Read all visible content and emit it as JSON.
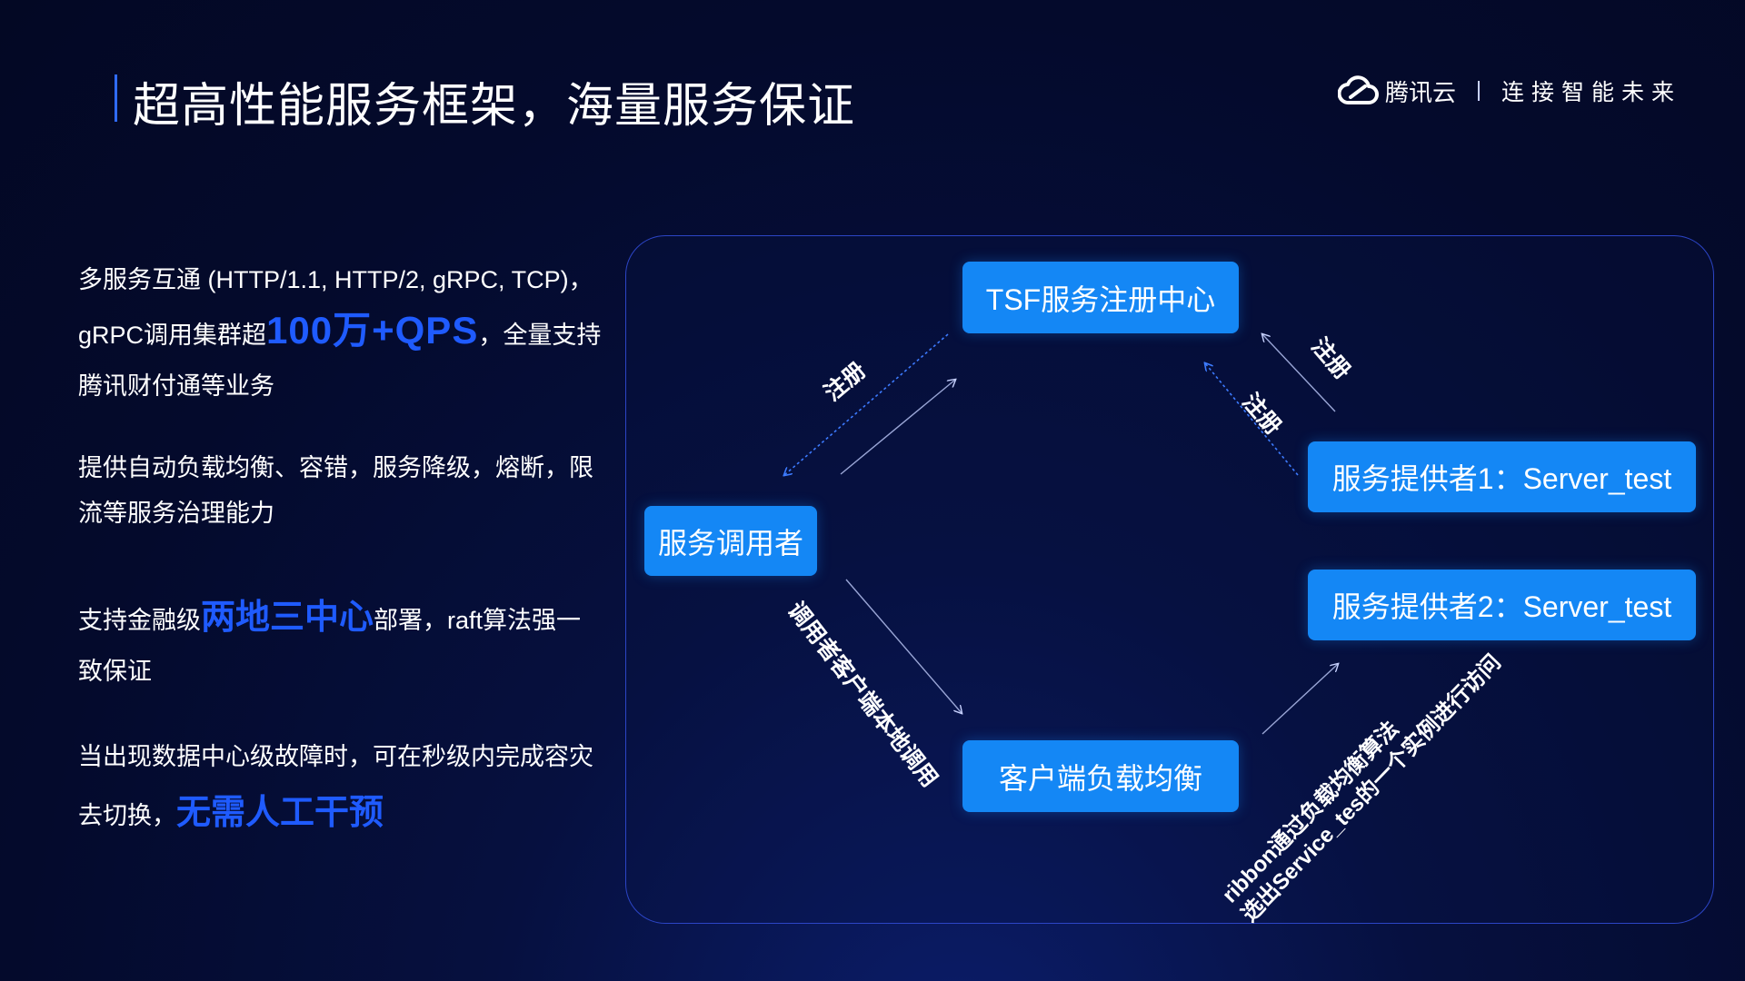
{
  "header": {
    "title": "超高性能服务框架，海量服务保证",
    "brand_name": "腾讯云",
    "brand_slogan": "连接智能未来"
  },
  "left_text": {
    "p1_l1": "多服务互通 (HTTP/1.1, HTTP/2, gRPC, TCP)，",
    "p1_l2_a": "gRPC调用集群超",
    "p1_l2_hl": "100万+QPS",
    "p1_l2_b": "，全量支持",
    "p1_l3": "腾讯财付通等业务",
    "p2_l1": "提供自动负载均衡、容错，服务降级，熔断，限",
    "p2_l2": "流等服务治理能力",
    "p3_l1_a": "支持金融级",
    "p3_l1_hl": "两地三中心",
    "p3_l1_b": "部署，raft算法强一",
    "p3_l2": "致保证",
    "p4_l1": "当出现数据中心级故障时，可在秒级内完成容灾",
    "p4_l2_a": "去切换，",
    "p4_l2_hl": "无需人工干预"
  },
  "diagram": {
    "registry": "TSF服务注册中心",
    "consumer": "服务调用者",
    "provider1": "服务提供者1：Server_test",
    "provider2": "服务提供者2：Server_test",
    "load_balancer": "客户端负载均衡",
    "label_register_consumer": "注册",
    "label_register_p1_a": "注册",
    "label_register_p1_b": "注册",
    "label_local_call": "调用者客户端本地调用",
    "label_ribbon_l1": "ribbon通过负载均衡算法",
    "label_ribbon_l2": "选出Service_tes的一个实例进行访问"
  },
  "colors": {
    "highlight": "#1f5bff",
    "node_fill": "#1487f5",
    "panel_border": "#2c45c6",
    "accent_bar": "#2f6bff"
  },
  "icons": [
    "tencent-cloud-logo-icon"
  ]
}
